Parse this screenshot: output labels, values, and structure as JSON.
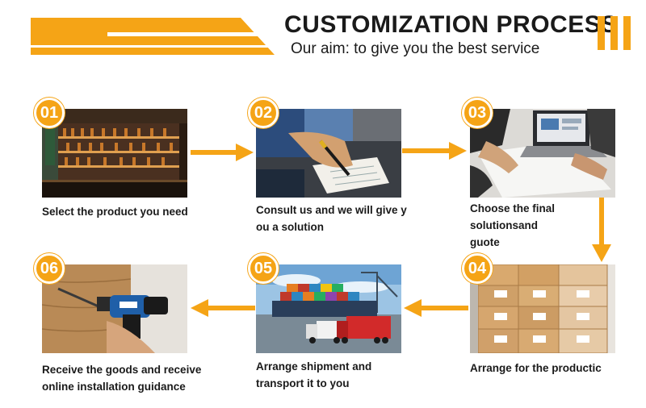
{
  "header": {
    "title": "CUSTOMIZATION PROCESS",
    "subtitle": "Our aim: to give you the best service"
  },
  "colors": {
    "accent": "#f5a416",
    "text": "#1a1a1a"
  },
  "steps": [
    {
      "number": "01",
      "caption": "Select the product you need",
      "photo": "bar-shelves-photo"
    },
    {
      "number": "02",
      "caption": "Consult us and we will give y\nou a solution",
      "photo": "writing-hand-photo"
    },
    {
      "number": "03",
      "caption": "Choose the final\nsolutionsand\nguote",
      "photo": "meeting-laptop-photo"
    },
    {
      "number": "04",
      "caption": "Arrange for the productic",
      "photo": "cardboard-boxes-photo"
    },
    {
      "number": "05",
      "caption": "Arrange shipment and\ntransport it to you",
      "photo": "cargo-ship-trucks-photo"
    },
    {
      "number": "06",
      "caption": "Receive the goods and receive\nonline installation guidance",
      "photo": "power-drill-photo"
    }
  ]
}
